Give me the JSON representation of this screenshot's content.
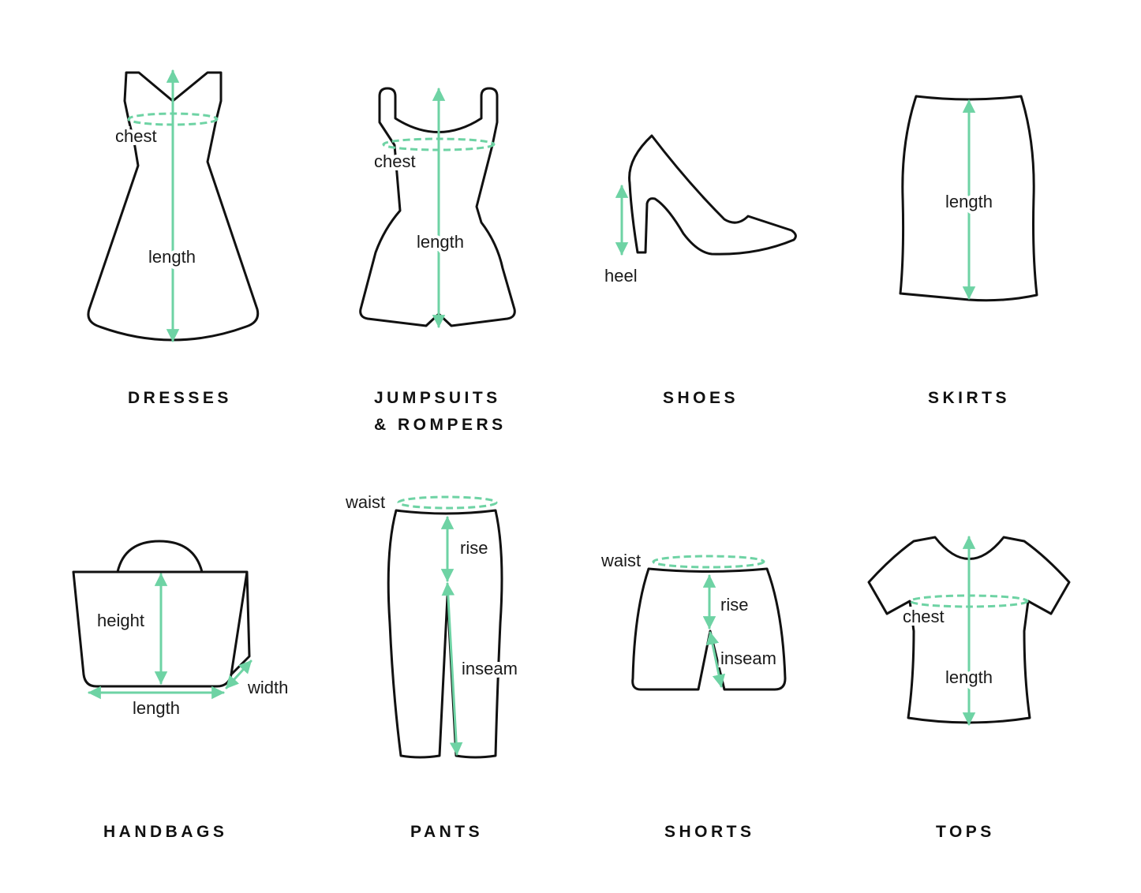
{
  "categories": {
    "dresses": {
      "title": "DRESSES",
      "labels": {
        "chest": "chest",
        "length": "length"
      }
    },
    "jumpsuits": {
      "title_line1": "JUMPSUITS",
      "title_line2": "& ROMPERS",
      "labels": {
        "chest": "chest",
        "length": "length"
      }
    },
    "shoes": {
      "title": "SHOES",
      "labels": {
        "heel": "heel"
      }
    },
    "skirts": {
      "title": "SKIRTS",
      "labels": {
        "length": "length"
      }
    },
    "handbags": {
      "title": "HANDBAGS",
      "labels": {
        "height": "height",
        "length": "length",
        "width": "width"
      }
    },
    "pants": {
      "title": "PANTS",
      "labels": {
        "waist": "waist",
        "rise": "rise",
        "inseam": "inseam"
      }
    },
    "shorts": {
      "title": "SHORTS",
      "labels": {
        "waist": "waist",
        "rise": "rise",
        "inseam": "inseam"
      }
    },
    "tops": {
      "title": "TOPS",
      "labels": {
        "chest": "chest",
        "length": "length"
      }
    }
  },
  "colors": {
    "measure": "#6ed3a4",
    "outline": "#111111"
  }
}
